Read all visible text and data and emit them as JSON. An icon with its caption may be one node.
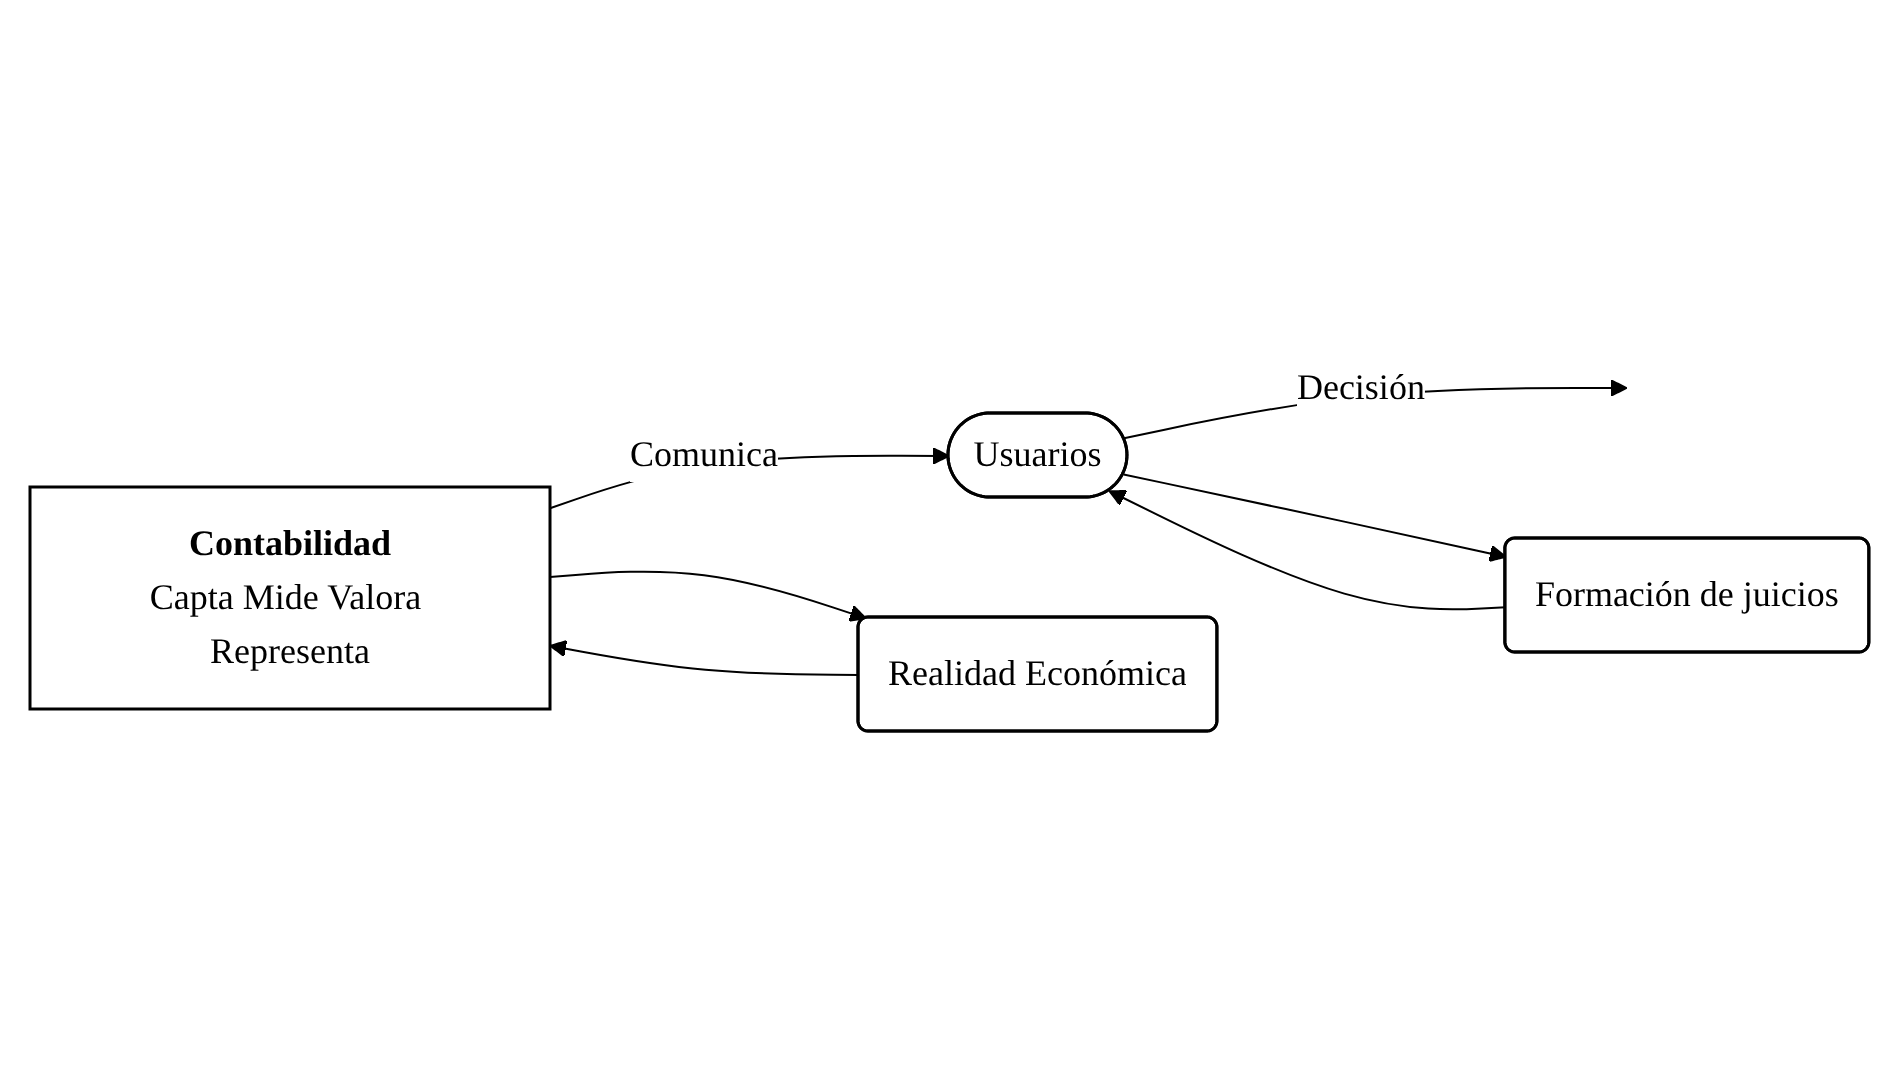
{
  "diagram": {
    "nodes": [
      {
        "text": [
          "Contabilidad",
          "Capta Mide Valora Representa"
        ]
      },
      {
        "text": [
          "Usuarios"
        ]
      },
      {
        "text": [
          "Realidad Económica"
        ]
      },
      {
        "text": [
          "Formación de juicios"
        ]
      }
    ],
    "edges": [
      {
        "from": 0,
        "to": 1,
        "label": "Comunica",
        "arrow": "to"
      },
      {
        "from": 1,
        "to": null,
        "label": "Decisión",
        "arrow": "to"
      },
      {
        "from": 2,
        "to": 0,
        "arrow": "to"
      },
      {
        "from": 0,
        "to": 2,
        "arrow": "to"
      },
      {
        "from": 3,
        "to": 1,
        "arrow": "to"
      },
      {
        "from": 1,
        "to": 3,
        "arrow": "to"
      }
    ]
  }
}
